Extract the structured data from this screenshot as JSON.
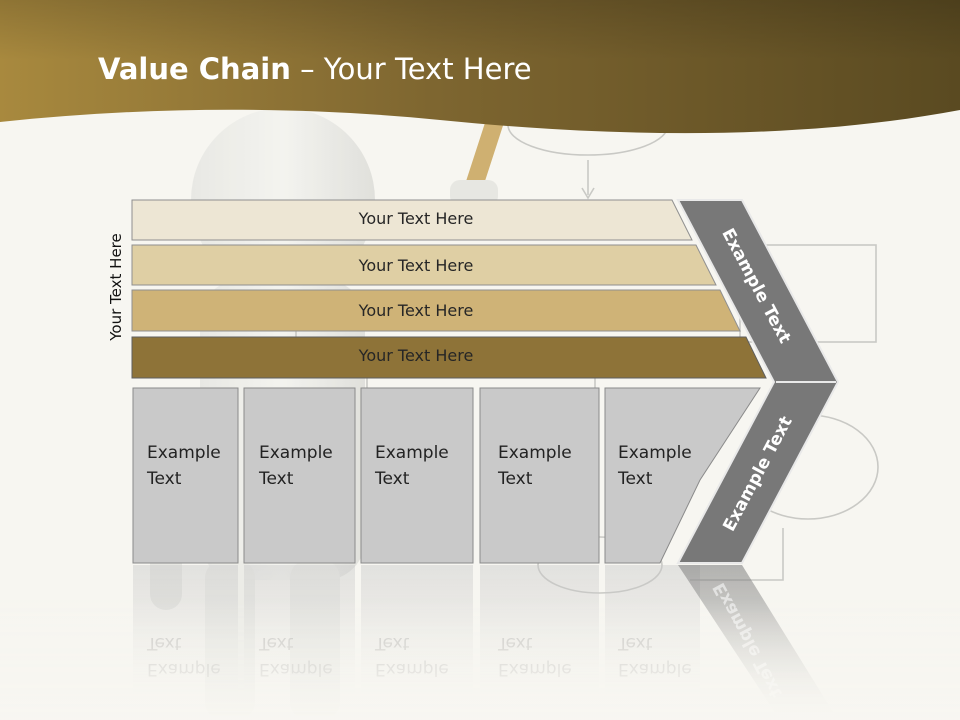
{
  "title": {
    "bold": "Value Chain",
    "rest": " – Your Text Here"
  },
  "side_label": "Your Text Here",
  "rows": [
    "Your Text Here",
    "Your Text Here",
    "Your Text Here",
    "Your Text Here"
  ],
  "columns": [
    {
      "line1": "Example",
      "line2": "Text"
    },
    {
      "line1": "Example",
      "line2": "Text"
    },
    {
      "line1": "Example",
      "line2": "Text"
    },
    {
      "line1": "Example",
      "line2": "Text"
    },
    {
      "line1": "Example",
      "line2": "Text"
    }
  ],
  "arrow_labels": {
    "upper": "Example Text",
    "lower": "Example Text"
  },
  "colors": {
    "header_dark": "#5a4a21",
    "header_light": "#a8893e",
    "row1": "#ede6d4",
    "row2": "#dfcfa4",
    "row3": "#cfb377",
    "row4": "#8e7338",
    "box": "#c9c9c9",
    "arrow": "#787878"
  }
}
